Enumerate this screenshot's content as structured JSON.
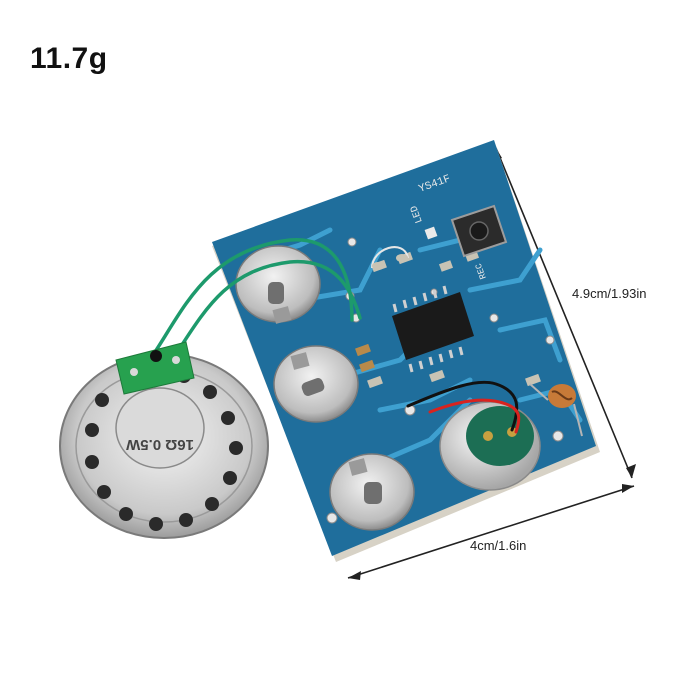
{
  "weight_label": "11.7g",
  "dimensions": {
    "height_label": "4.9cm/1.93in",
    "width_label": "4cm/1.6in"
  },
  "board": {
    "model_label": "YS41F",
    "led_label": "LED",
    "rec_label": "REC",
    "speaker_marking": "16Ω 0.5W"
  },
  "colors": {
    "pcb": "#1f6e9c",
    "trace": "#3ea0d0",
    "wire_green": "#1d9a6c",
    "wire_red": "#d8231f"
  }
}
